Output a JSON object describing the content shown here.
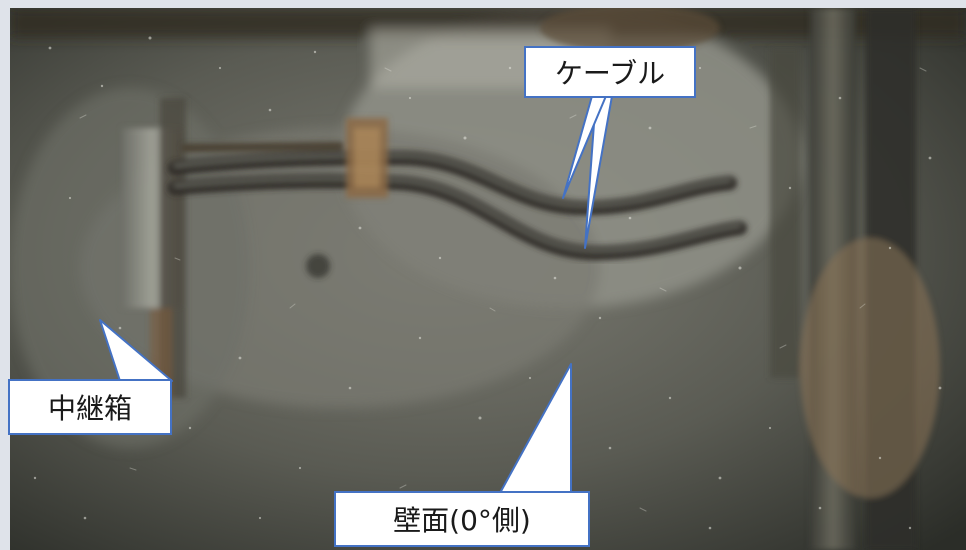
{
  "callouts": {
    "cable": "ケーブル",
    "relay_box": "中継箱",
    "wall": "壁面(0°側)"
  },
  "colors": {
    "callout_border": "#4472c4",
    "callout_fill": "#ffffff"
  }
}
